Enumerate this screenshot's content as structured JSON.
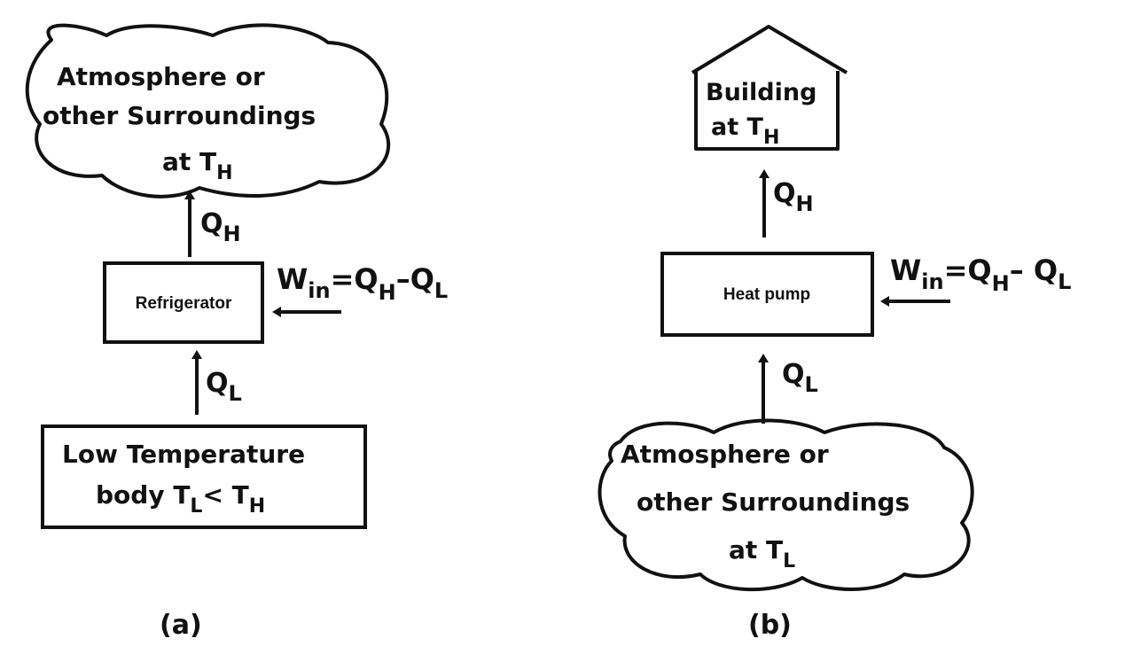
{
  "panel_a": {
    "cloud": {
      "line1": "Atmosphere  or",
      "line2": "other Surroundings",
      "line3_prefix": "at  T",
      "line3_sub": "H"
    },
    "qh": {
      "base": "Q",
      "sub": "H"
    },
    "device": "Refrigerator",
    "work": {
      "w": "W",
      "w_sub": "in",
      "eq": "=Q",
      "qh_sub": "H",
      "minus": "–Q",
      "ql_sub": "L"
    },
    "ql": {
      "base": "Q",
      "sub": "L"
    },
    "cold_body": {
      "line1": "Low Temperature",
      "line2_prefix": "body  T",
      "line2_sub1": "L",
      "line2_mid": "< T",
      "line2_sub2": "H"
    },
    "caption": "(a)"
  },
  "panel_b": {
    "building": {
      "line1": "Building",
      "line2_prefix": "at  T",
      "line2_sub": "H"
    },
    "qh": {
      "base": "Q",
      "sub": "H"
    },
    "device": "Heat pump",
    "work": {
      "w": "W",
      "w_sub": "in",
      "eq": "=Q",
      "qh_sub": "H",
      "minus": "– Q",
      "ql_sub": "L"
    },
    "ql": {
      "base": "Q",
      "sub": "L"
    },
    "cloud": {
      "line1": "Atmosphere  or",
      "line2": "other Surroundings",
      "line3_prefix": "at  T",
      "line3_sub": "L"
    },
    "caption": "(b)"
  }
}
